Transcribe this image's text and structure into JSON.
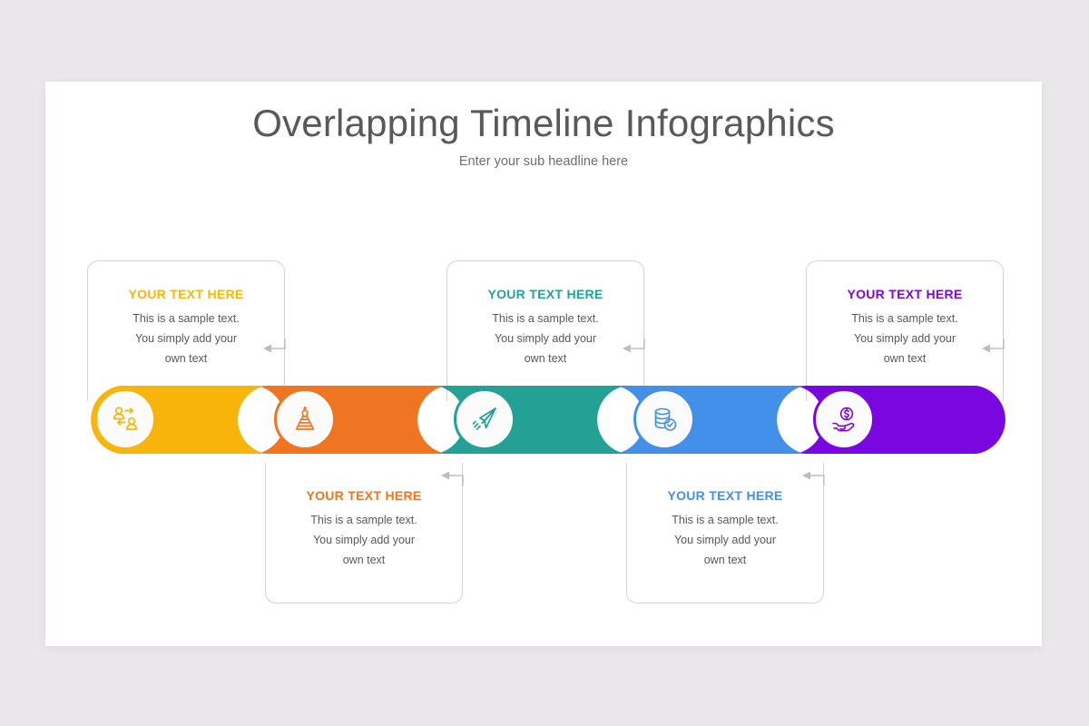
{
  "slide": {
    "title": "Overlapping Timeline Infographics",
    "subtitle": "Enter your sub headline here",
    "background_color": "#e9e7e9",
    "card_color": "#ffffff",
    "title_color": "#58595b"
  },
  "steps": [
    {
      "heading": "YOUR TEXT HERE",
      "body_line1": "This is a sample text.",
      "body_line2": "You simply add your",
      "body_line3": "own text",
      "color": "#f7b50c",
      "icon": "users-exchange-icon",
      "position": "top"
    },
    {
      "heading": "YOUR TEXT HERE",
      "body_line1": "This is a sample text.",
      "body_line2": "You simply add your",
      "body_line3": "own text",
      "color": "#ef7521",
      "icon": "chess-piece-icon",
      "position": "bottom"
    },
    {
      "heading": "YOUR TEXT HERE",
      "body_line1": "This is a sample text.",
      "body_line2": "You simply add your",
      "body_line3": "own text",
      "color": "#23a195",
      "icon": "paper-plane-icon",
      "position": "top"
    },
    {
      "heading": "YOUR TEXT HERE",
      "body_line1": "This is a sample text.",
      "body_line2": "You simply add your",
      "body_line3": "own text",
      "color": "#4390e8",
      "icon": "database-check-icon",
      "position": "bottom"
    },
    {
      "heading": "YOUR TEXT HERE",
      "body_line1": "This is a sample text.",
      "body_line2": "You simply add your",
      "body_line3": "own text",
      "color": "#7a06e0",
      "icon": "hand-holding-money-icon",
      "position": "top"
    }
  ]
}
